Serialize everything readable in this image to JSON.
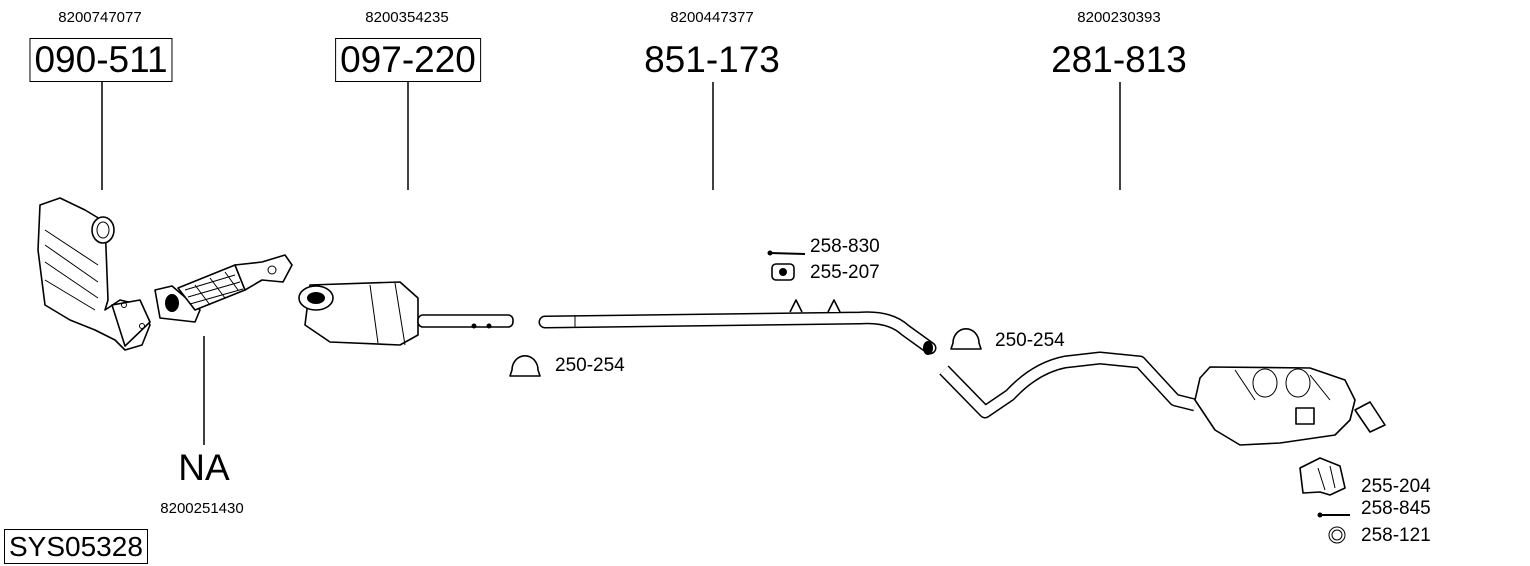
{
  "parts": [
    {
      "oe_number": "8200747077",
      "part_number": "090-511",
      "boxed": true
    },
    {
      "oe_number": "8200354235",
      "part_number": "097-220",
      "boxed": true
    },
    {
      "oe_number": "8200447377",
      "part_number": "851-173",
      "boxed": false
    },
    {
      "oe_number": "8200230393",
      "part_number": "281-813",
      "boxed": false
    },
    {
      "oe_number": "8200251430",
      "part_number": "NA",
      "boxed": false
    }
  ],
  "accessories": [
    {
      "part_number": "258-830",
      "icon": "bolt-icon"
    },
    {
      "part_number": "255-207",
      "icon": "rubber-mount-icon"
    },
    {
      "part_number": "250-254",
      "icon": "clamp-icon"
    },
    {
      "part_number": "250-254",
      "icon": "clamp-icon"
    },
    {
      "part_number": "255-204",
      "icon": "bracket-icon"
    },
    {
      "part_number": "258-845",
      "icon": "bolt-icon"
    },
    {
      "part_number": "258-121",
      "icon": "ring-icon"
    }
  ],
  "system_id": "SYS05328"
}
